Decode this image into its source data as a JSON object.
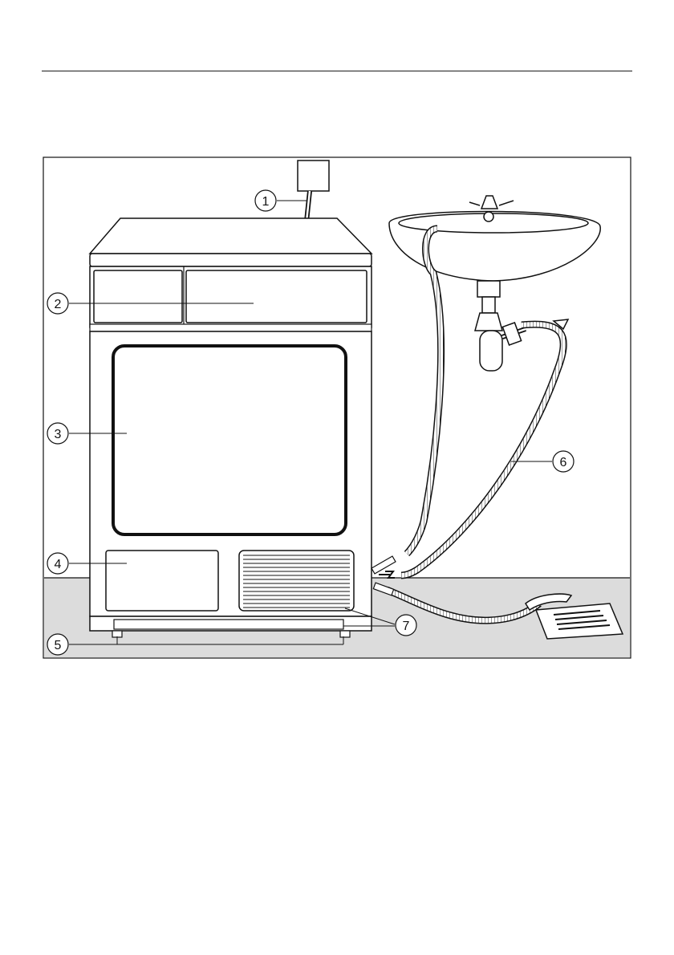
{
  "callouts": [
    {
      "number": "1"
    },
    {
      "number": "2"
    },
    {
      "number": "3"
    },
    {
      "number": "4"
    },
    {
      "number": "5"
    },
    {
      "number": "6"
    },
    {
      "number": "7"
    }
  ],
  "colors": {
    "floor": "#dcdcdc",
    "outline": "#111111",
    "background": "#ffffff"
  }
}
